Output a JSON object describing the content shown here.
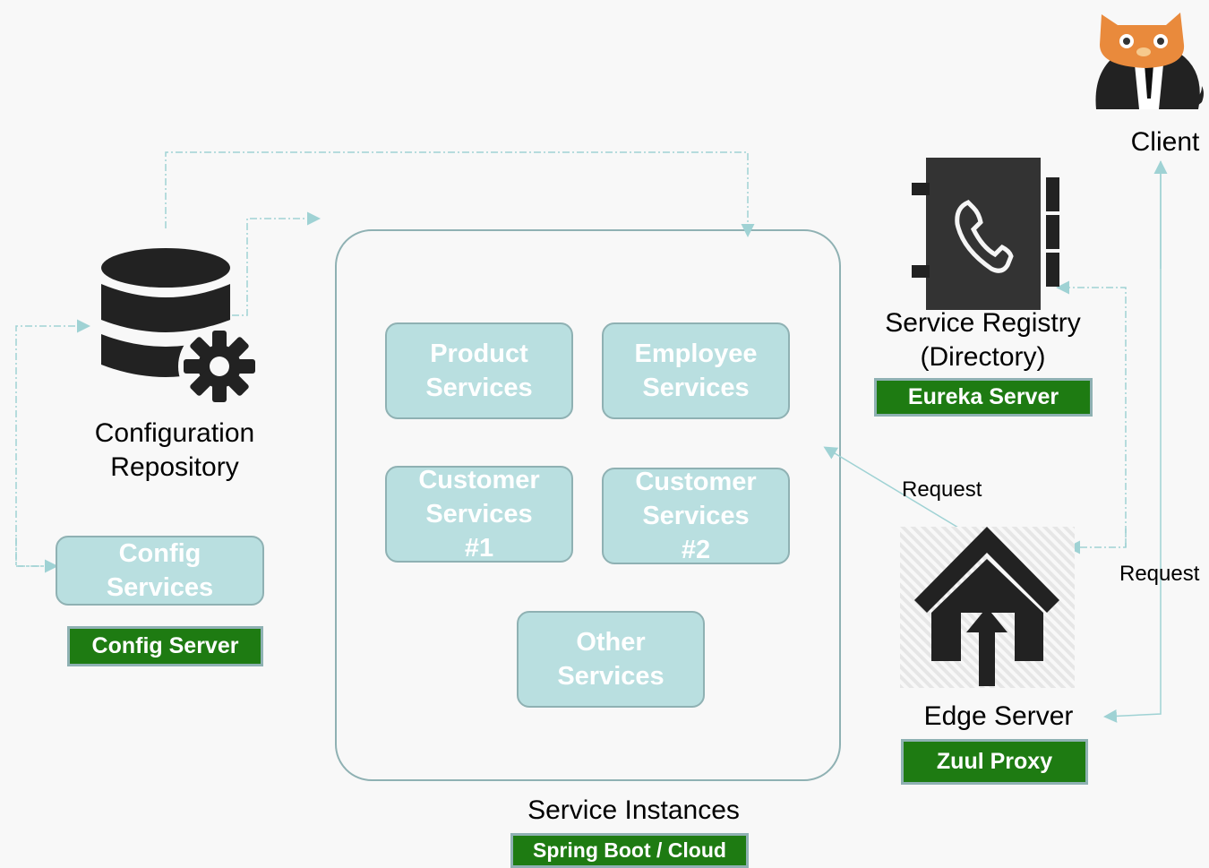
{
  "config_repository": {
    "line1": "Configuration",
    "line2": "Repository"
  },
  "config_services": {
    "line1": "Config",
    "line2": "Services"
  },
  "config_server_badge": "Config Server",
  "service_instances": {
    "label": "Service Instances",
    "badge": "Spring Boot / Cloud",
    "product": {
      "line1": "Product",
      "line2": "Services"
    },
    "employee": {
      "line1": "Employee",
      "line2": "Services"
    },
    "customer1": {
      "line1": "Customer",
      "line2": "Services",
      "line3": "#1"
    },
    "customer2": {
      "line1": "Customer",
      "line2": "Services",
      "line3": "#2"
    },
    "other": {
      "line1": "Other",
      "line2": "Services"
    }
  },
  "service_registry": {
    "line1": "Service Registry",
    "line2": "(Directory)",
    "badge": "Eureka Server"
  },
  "edge_server": {
    "label": "Edge Server",
    "badge": "Zuul Proxy"
  },
  "client": {
    "label": "Client"
  },
  "requests": {
    "to_services": "Request",
    "to_edge": "Request"
  },
  "colors": {
    "service_box": "#b9dfe0",
    "badge": "#1e7b12",
    "connector": "#9fd2d4",
    "icon": "#222222"
  },
  "icons": [
    "database-gear-icon",
    "phone-book-icon",
    "house-upload-icon",
    "cat-client-icon"
  ]
}
